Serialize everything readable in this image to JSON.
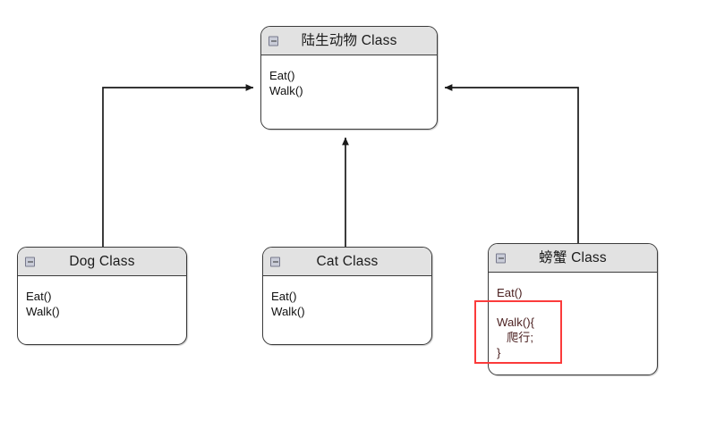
{
  "diagram": {
    "type": "uml-class-diagram",
    "background": "#ffffff",
    "edge_color": "#1a1a1a",
    "header_fill": "#e2e2e2",
    "border_color": "#3b3b3b",
    "accent_text_color": "#4a1f1f",
    "highlight_color": "#fb3b3b"
  },
  "classes": {
    "parent": {
      "title": "陆生动物 Class",
      "collapse_icon": "minus-box-icon",
      "members": [
        "Eat()",
        "Walk()"
      ]
    },
    "dog": {
      "title": "Dog Class",
      "collapse_icon": "minus-box-icon",
      "members": [
        "Eat()",
        "Walk()"
      ]
    },
    "cat": {
      "title": "Cat Class",
      "collapse_icon": "minus-box-icon",
      "members": [
        "Eat()",
        "Walk()"
      ]
    },
    "crab": {
      "title": "螃蟹 Class",
      "collapse_icon": "minus-box-icon",
      "members": [
        "Eat()"
      ],
      "override_block": "Walk(){\n   爬行;\n}"
    }
  },
  "edges": [
    {
      "name": "dog-to-parent",
      "from": "dog",
      "to": "parent",
      "style": "elbow",
      "arrow": "filled-triangle"
    },
    {
      "name": "cat-to-parent",
      "from": "cat",
      "to": "parent",
      "style": "straight",
      "arrow": "filled-triangle"
    },
    {
      "name": "crab-to-parent",
      "from": "crab",
      "to": "parent",
      "style": "elbow",
      "arrow": "filled-triangle"
    }
  ],
  "annotations": [
    {
      "name": "crab-walk-highlight",
      "target": "crab.override_block",
      "shape": "rectangle",
      "color": "#fb3b3b"
    }
  ]
}
